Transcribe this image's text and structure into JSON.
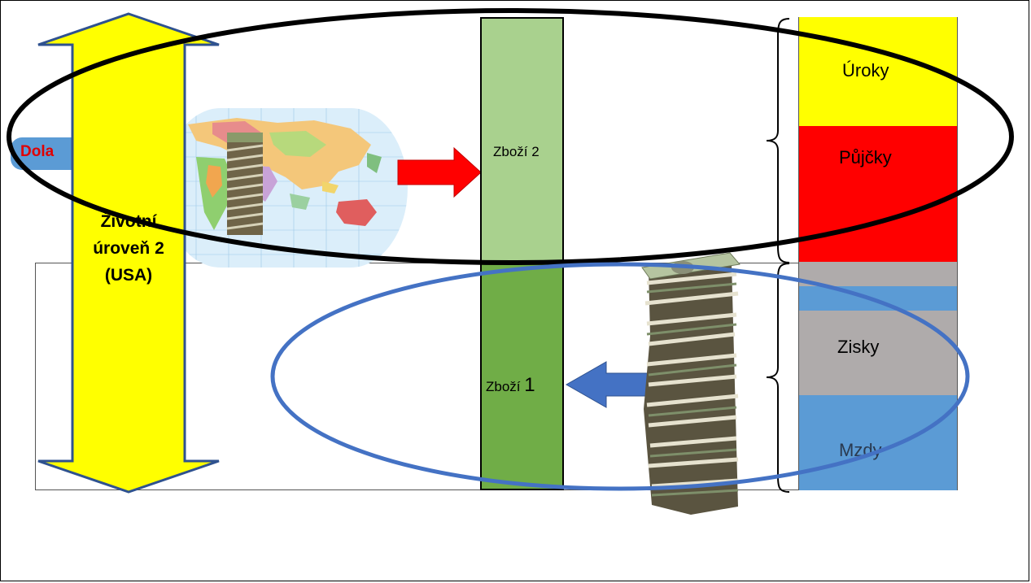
{
  "labels": {
    "dollar_tab": "Dola",
    "living_standard": "Životní úroveň 2 (USA)",
    "goods_2": "Zboží 2",
    "goods_1_prefix": "Zboží ",
    "goods_1_number": "1",
    "interest": "Úroky",
    "loans": "Půjčky",
    "profits": "Zisky",
    "wages": "Mzdy"
  },
  "colors": {
    "yellow": "#FFFF00",
    "red": "#FF0000",
    "gray": "#AFABAB",
    "blue": "#5B9BD5",
    "light_green": "#A9D18E",
    "dark_green": "#70AD47",
    "ellipse_blue": "#4472C4",
    "dollar_red": "#E00000"
  },
  "icons": {
    "world_map": "world-map-image",
    "money_small": "money-stack-image",
    "money_large": "money-stack-image"
  }
}
